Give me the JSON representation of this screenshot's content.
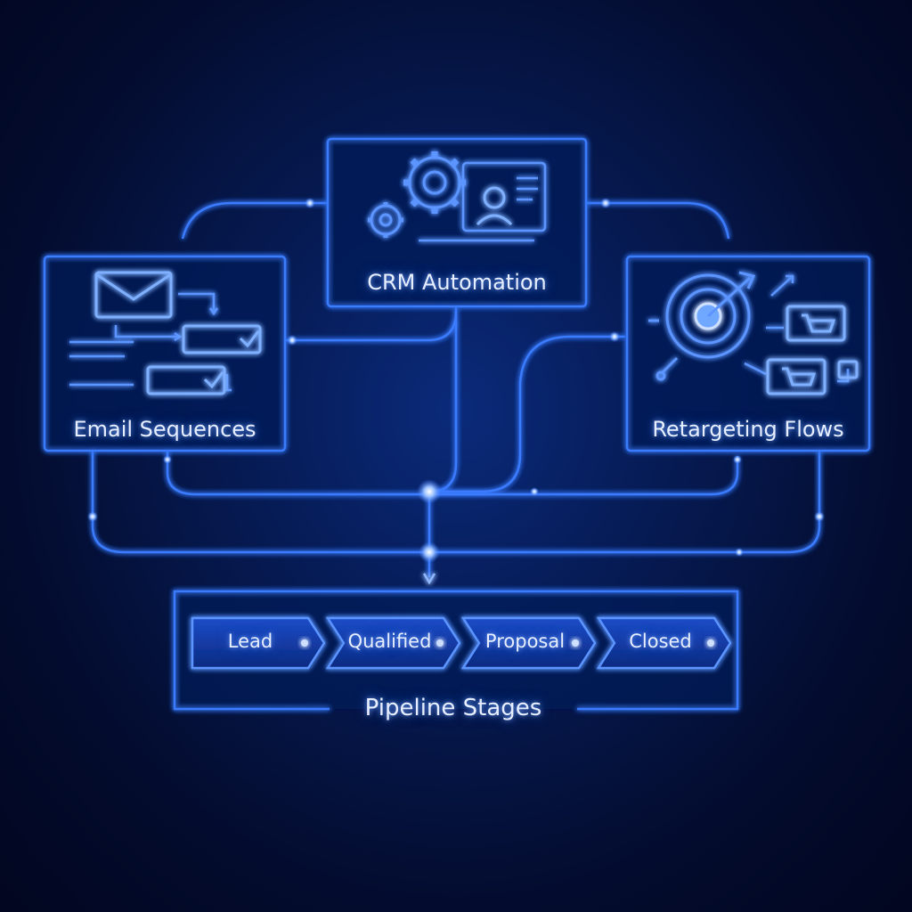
{
  "colors": {
    "background": "#030c2e",
    "glow_line": "#3a7bff",
    "glow_bright": "#8fb8ff",
    "text": "#e6eeff"
  },
  "nodes": {
    "crm": {
      "label": "CRM Automation",
      "icons": [
        "gear-icon",
        "monitor-icon",
        "user-icon"
      ]
    },
    "email": {
      "label": "Email Sequences",
      "icons": [
        "envelope-icon",
        "checkbox-icon"
      ]
    },
    "retargeting": {
      "label": "Retargeting Flows",
      "icons": [
        "target-icon",
        "cart-icon"
      ]
    }
  },
  "pipeline": {
    "title": "Pipeline Stages",
    "stages": [
      "Lead",
      "Qualified",
      "Proposal",
      "Closed"
    ]
  }
}
